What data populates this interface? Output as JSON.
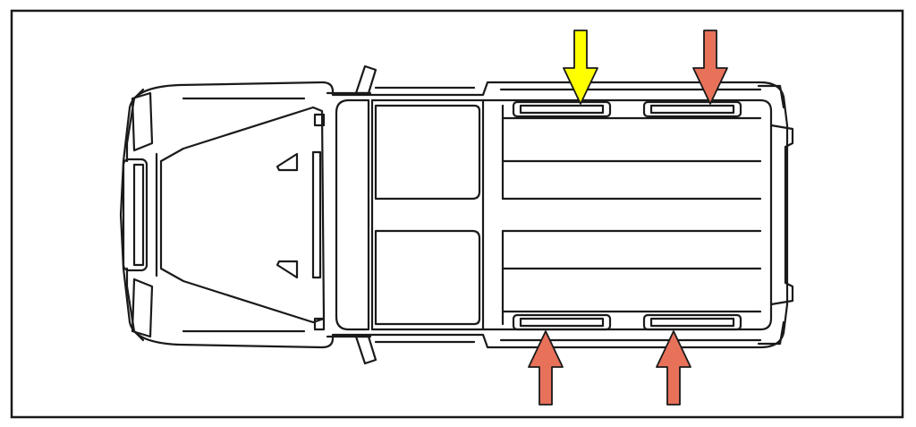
{
  "figure": {
    "subject": "vehicle-top-view",
    "colors": {
      "outline": "#1a1a1a",
      "background": "#ffffff",
      "highlight_arrow": "#ffff00",
      "standard_arrow": "#e8715a"
    },
    "markers": [
      {
        "id": "front-left-mount",
        "color": "highlight_arrow",
        "direction": "down"
      },
      {
        "id": "rear-left-mount",
        "color": "standard_arrow",
        "direction": "down"
      },
      {
        "id": "front-right-mount",
        "color": "standard_arrow",
        "direction": "up"
      },
      {
        "id": "rear-right-mount",
        "color": "standard_arrow",
        "direction": "up"
      }
    ]
  }
}
